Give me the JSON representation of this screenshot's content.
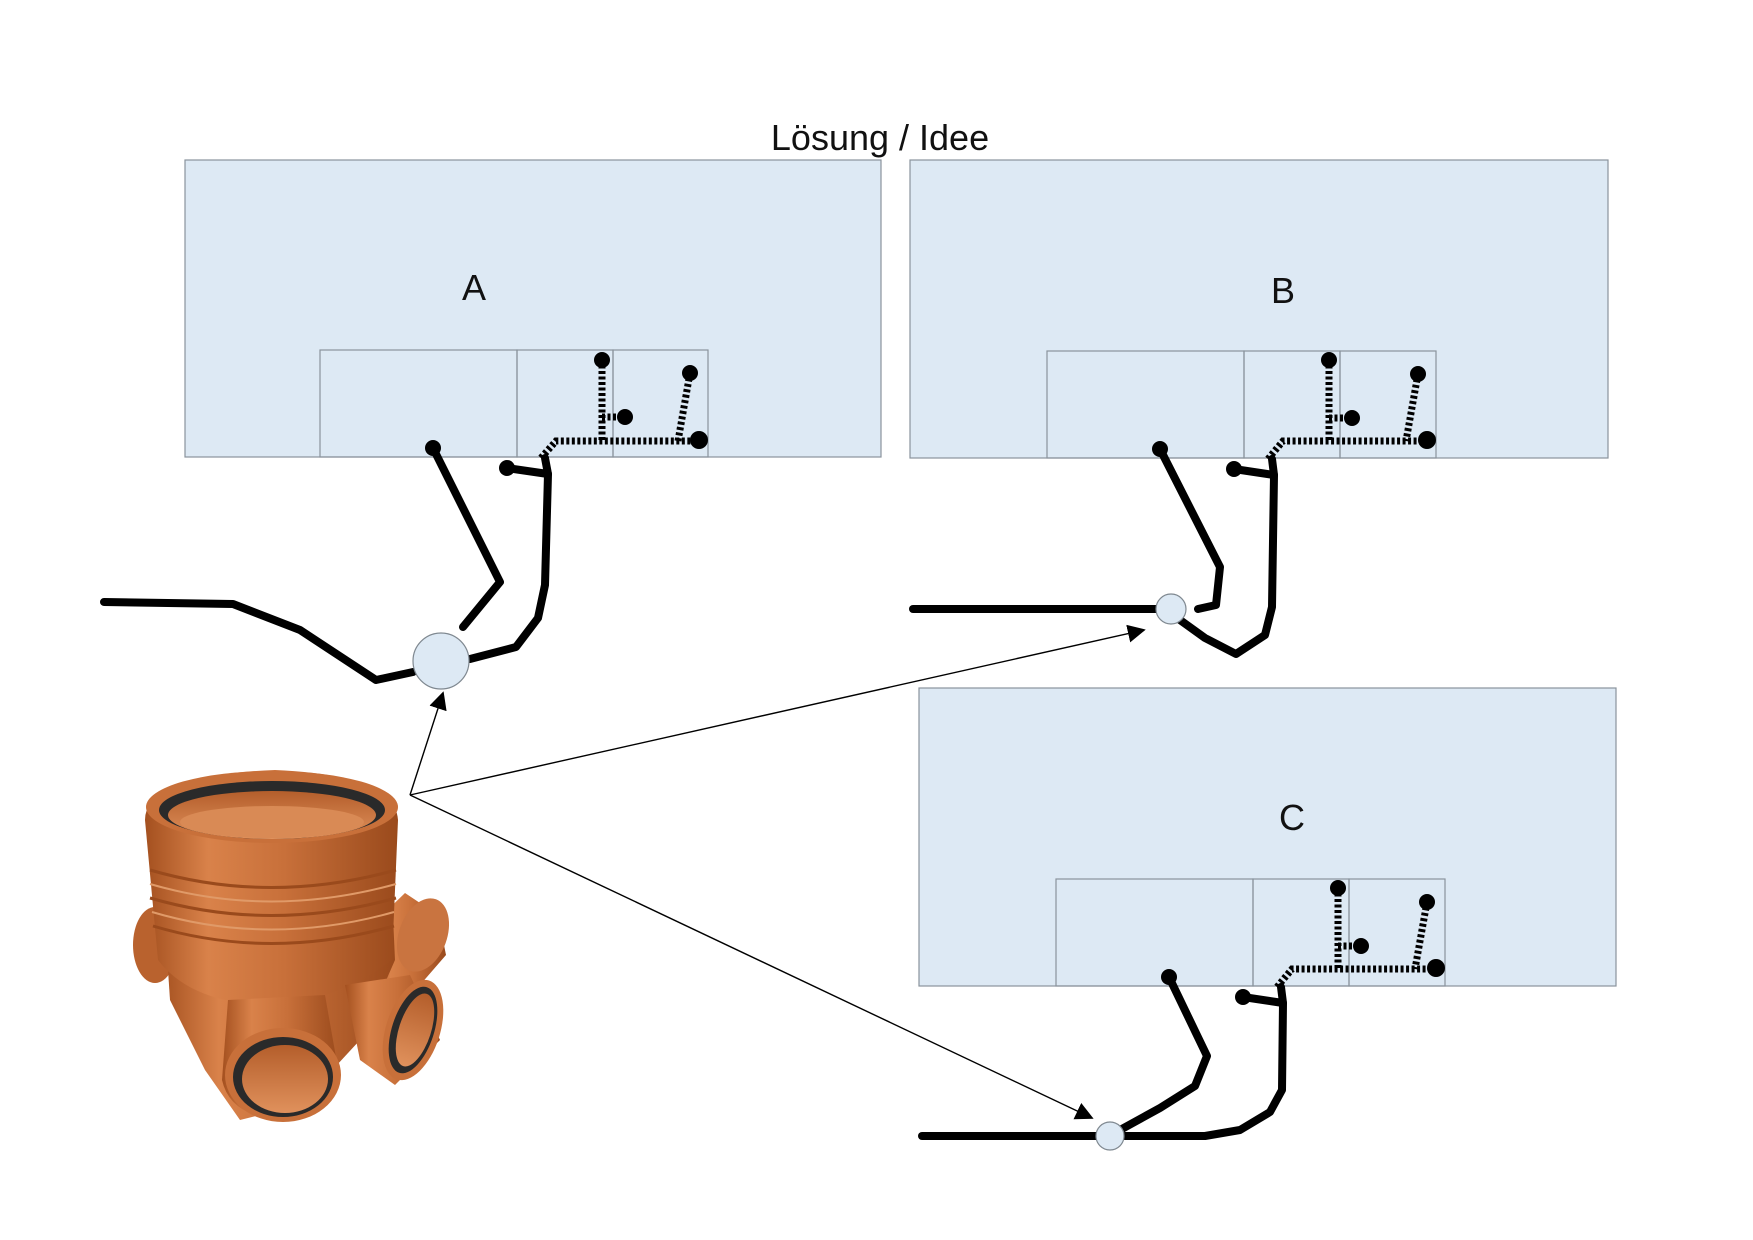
{
  "title": "Lösung / Idee",
  "plans": [
    {
      "label": "A"
    },
    {
      "label": "B"
    },
    {
      "label": "C"
    }
  ],
  "colors": {
    "building_fill": "#dde9f4",
    "outline": "#8a939c",
    "pipe": "#000000",
    "fitting_orange": "#c8703a"
  },
  "icons": {
    "fitting": "inspection-chamber-pipe-fitting"
  }
}
